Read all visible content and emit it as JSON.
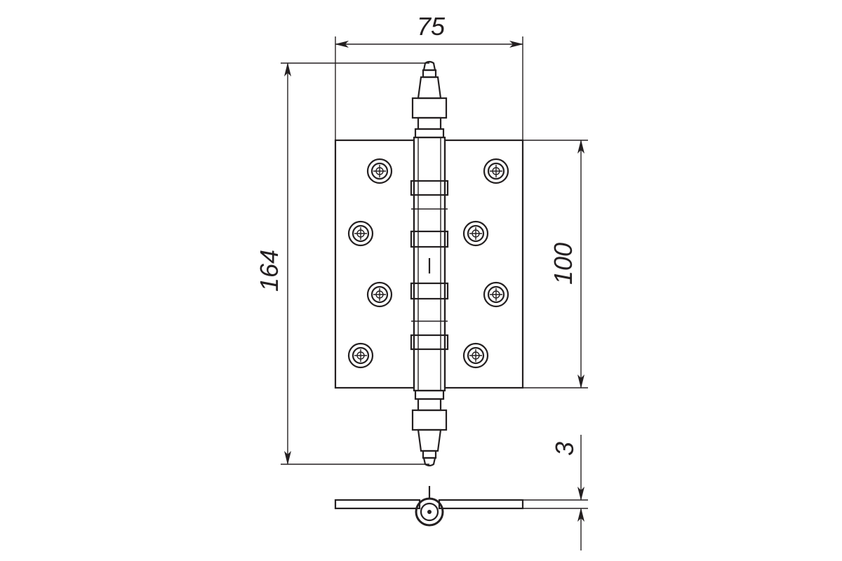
{
  "dimensions": {
    "width": "75",
    "total_height": "164",
    "leaf_height": "100",
    "thickness": "3"
  },
  "colors": {
    "ink": "#231f20",
    "background": "#ffffff"
  }
}
